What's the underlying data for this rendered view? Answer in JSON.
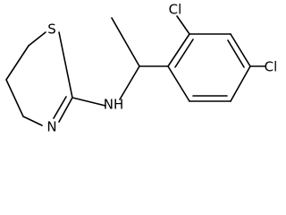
{
  "molecule": {
    "atom_labels": {
      "S": "S",
      "N_ring": "N",
      "NH": "NH",
      "Cl_ortho": "Cl",
      "Cl_para": "Cl"
    },
    "bond_color": "#000000",
    "label_color": "#000000",
    "background": "#ffffff"
  }
}
